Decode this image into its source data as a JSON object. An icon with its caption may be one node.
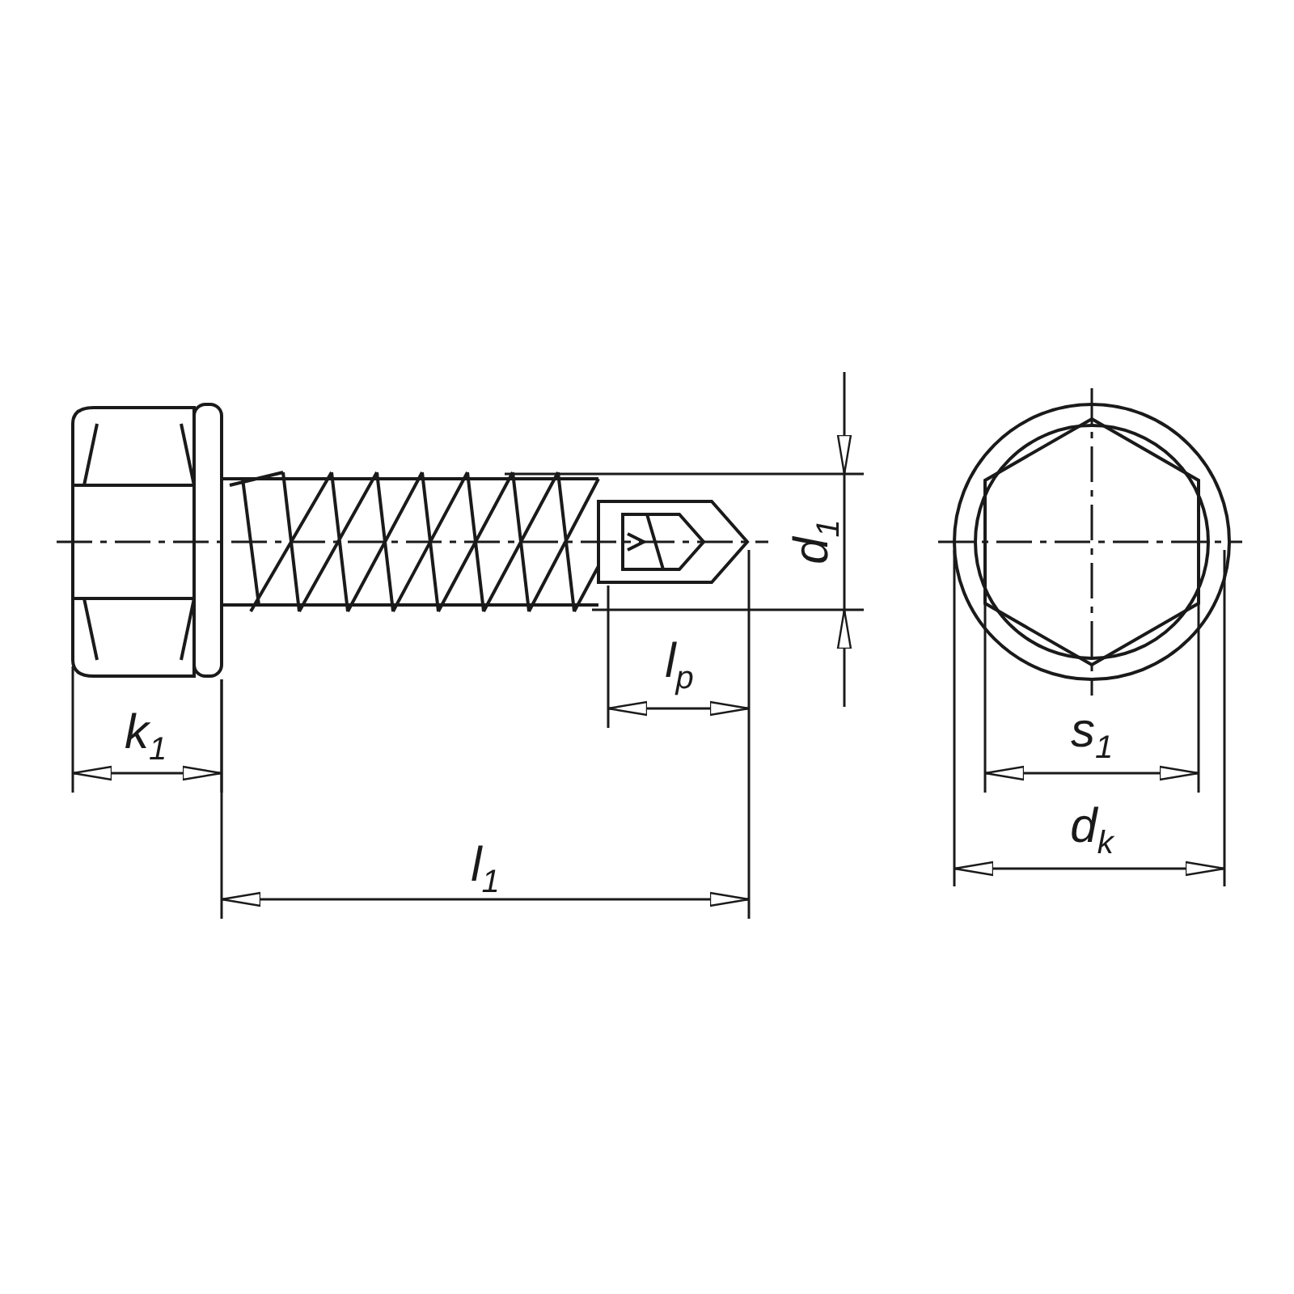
{
  "diagram": {
    "labels": [
      "d$_{1}$",
      "l$_{p}$",
      "k$_{1}$",
      "s$_{1}$",
      "d$_{k}$",
      "l$_{1}$"
    ]
  }
}
